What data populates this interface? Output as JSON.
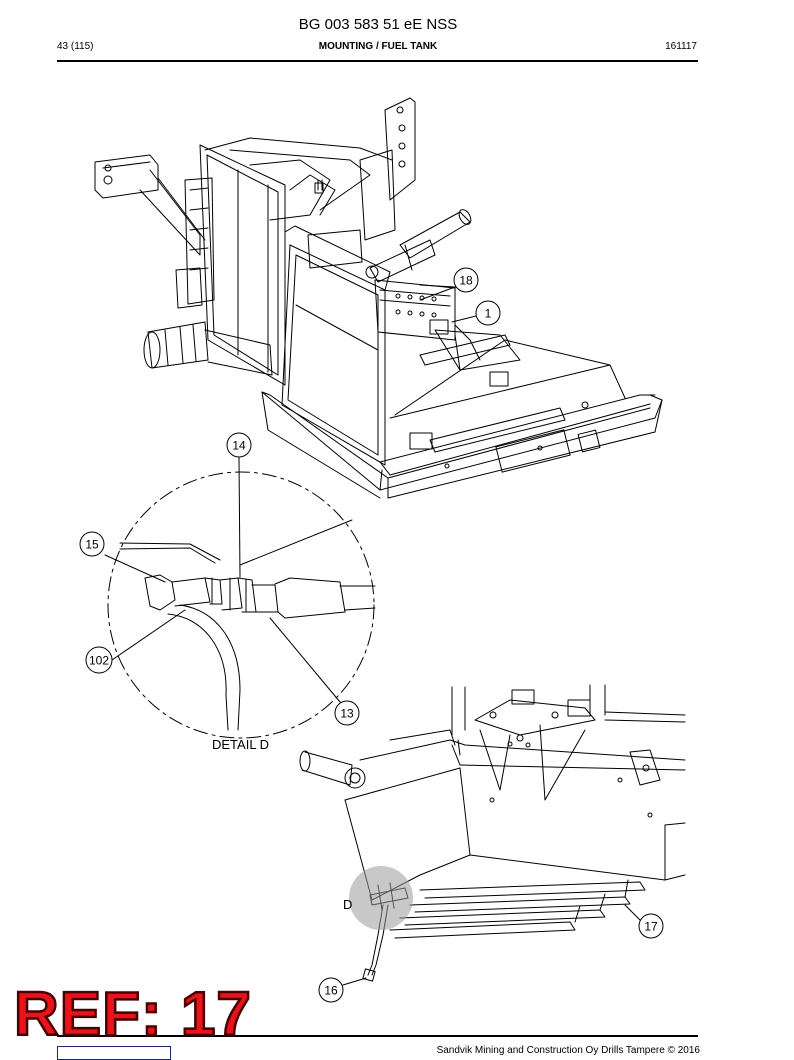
{
  "header": {
    "title": "BG 003 583 51 eE NSS",
    "page": "43 (115)",
    "section": "MOUNTING / FUEL TANK",
    "code": "161117"
  },
  "callouts": {
    "c18": "18",
    "c1": "1",
    "c14": "14",
    "c15": "15",
    "c102": "102",
    "c13": "13",
    "c17": "17",
    "c16": "16"
  },
  "labels": {
    "detail_caption": "DETAIL D",
    "detail_marker": "D"
  },
  "footer": {
    "copyright": "Sandvik Mining and Construction Oy Drills Tampere © 2016"
  },
  "ref_banner": "REF: 17",
  "colors": {
    "ref_fill": "#e8141b",
    "ref_outline": "#4a0000",
    "detail_highlight": "#9a9a9a"
  }
}
